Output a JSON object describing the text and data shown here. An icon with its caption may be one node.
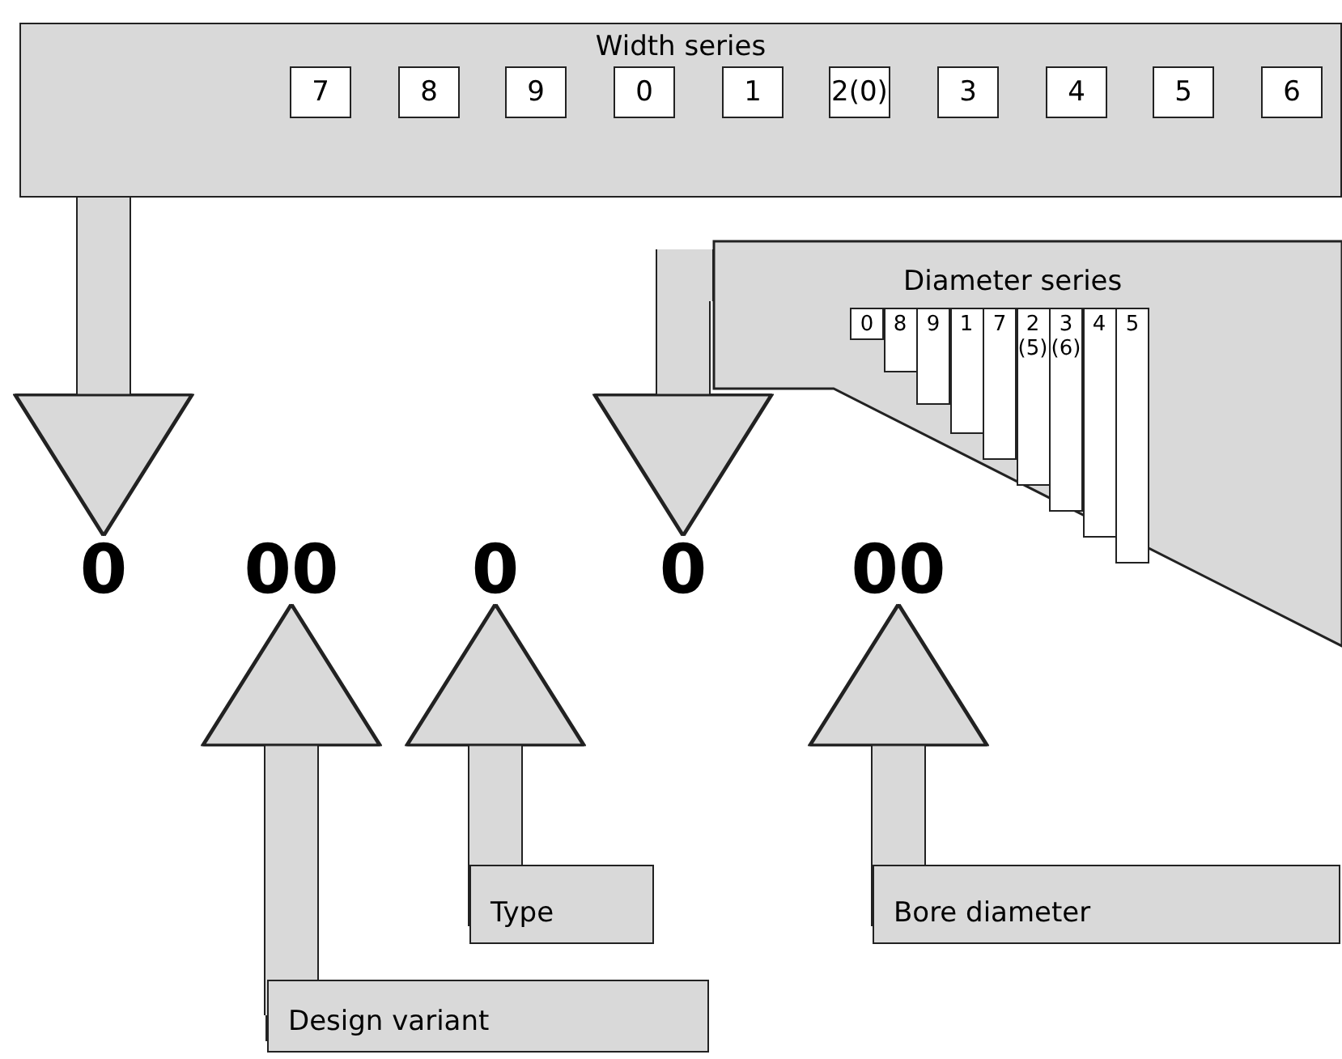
{
  "diagram": {
    "nodes": [
      {
        "text": [
          "Width series"
        ]
      },
      {
        "text": [
          "7"
        ],
        "in": 0
      },
      {
        "text": [
          "8"
        ],
        "in": 0
      },
      {
        "text": [
          "9"
        ],
        "in": 0
      },
      {
        "text": [
          "0"
        ],
        "in": 0
      },
      {
        "text": [
          "1"
        ],
        "in": 0
      },
      {
        "text": [
          "2(0)"
        ],
        "in": 0
      },
      {
        "text": [
          "3"
        ],
        "in": 0
      },
      {
        "text": [
          "4"
        ],
        "in": 0
      },
      {
        "text": [
          "5"
        ],
        "in": 0
      },
      {
        "text": [
          "6"
        ],
        "in": 0
      },
      {
        "text": [
          "Diameter series"
        ]
      },
      {
        "text": [
          "0"
        ],
        "in": 11
      },
      {
        "text": [
          "8"
        ],
        "in": 11
      },
      {
        "text": [
          "9"
        ],
        "in": 11
      },
      {
        "text": [
          "1"
        ],
        "in": 11
      },
      {
        "text": [
          "7"
        ],
        "in": 11
      },
      {
        "text": [
          "2 (5)"
        ],
        "in": 11
      },
      {
        "text": [
          "3 (6)"
        ],
        "in": 11
      },
      {
        "text": [
          "4"
        ],
        "in": 11
      },
      {
        "text": [
          "5"
        ],
        "in": 11
      },
      {
        "text": [
          "0"
        ]
      },
      {
        "text": [
          "00"
        ]
      },
      {
        "text": [
          "0"
        ]
      },
      {
        "text": [
          "0"
        ]
      },
      {
        "text": [
          "00"
        ]
      },
      {
        "text": [
          "Design variant"
        ]
      },
      {
        "text": [
          "Type"
        ]
      },
      {
        "text": [
          "Bore diameter"
        ]
      }
    ],
    "edges": [
      {
        "from": 0,
        "to": 21,
        "arrow": "to"
      },
      {
        "from": 11,
        "to": 24,
        "arrow": "to"
      },
      {
        "from": 26,
        "to": 22,
        "arrow": "to"
      },
      {
        "from": 27,
        "to": 23,
        "arrow": "to"
      },
      {
        "from": 28,
        "to": 25,
        "arrow": "to"
      }
    ]
  }
}
